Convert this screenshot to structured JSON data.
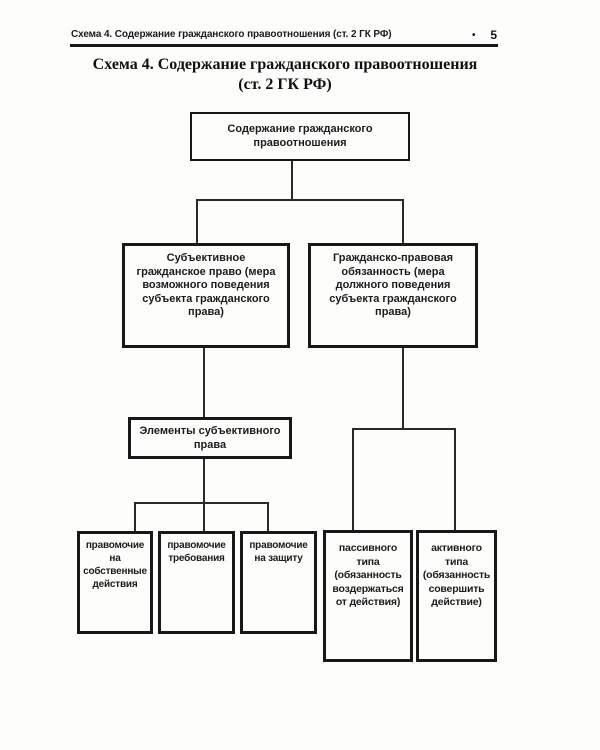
{
  "header": {
    "running_head": "Схема 4. Содержание гражданского правоотношения (ст. 2 ГК РФ)",
    "bullet": "•",
    "page_number": "5",
    "title_line1": "Схема 4. Содержание гражданского правоотношения",
    "title_line2": "(ст. 2 ГК РФ)"
  },
  "diagram": {
    "root": {
      "lines": [
        "Содержание гражданского",
        "правоотношения"
      ]
    },
    "subjective_right": {
      "lines": [
        "Субъективное",
        "гражданское право (мера",
        "возможного поведения",
        "субъекта гражданского",
        "права)"
      ]
    },
    "civil_duty": {
      "lines": [
        "Гражданско-правовая",
        "обязанность (мера",
        "должного поведения",
        "субъекта гражданского",
        "права)"
      ]
    },
    "elements": {
      "lines": [
        "Элементы субъективного",
        "права"
      ]
    },
    "entitlements": [
      {
        "lines": [
          "правомочие",
          "на",
          "собственные",
          "действия"
        ]
      },
      {
        "lines": [
          "правомочие",
          "требования"
        ]
      },
      {
        "lines": [
          "правомочие",
          "на защиту"
        ]
      }
    ],
    "duty_types": [
      {
        "lines": [
          "пассивного",
          "типа",
          "(обязанность",
          "воздержаться",
          "от действия)"
        ]
      },
      {
        "lines": [
          "активного",
          "типа",
          "(обязанность",
          "совершить",
          "действие)"
        ]
      }
    ]
  }
}
